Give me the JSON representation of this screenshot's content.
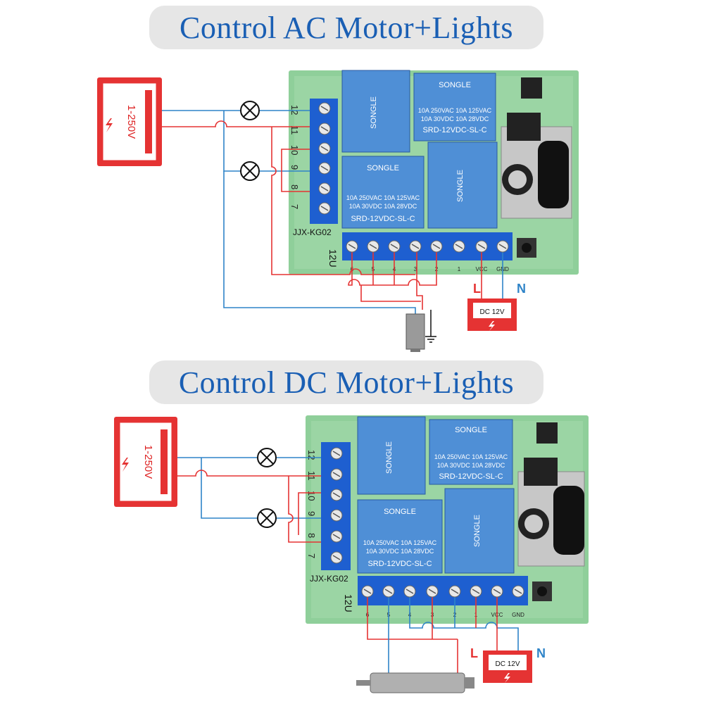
{
  "sections": [
    {
      "title": "Control AC Motor+Lights",
      "board_label": "JJX-KG02",
      "board_voltage": "12U",
      "source_label": "1-250V",
      "dc_label": "DC 12V",
      "line_label": "L",
      "neutral_label": "N",
      "left_pins": [
        "12",
        "11",
        "10",
        "9",
        "8",
        "7"
      ],
      "bottom_pins": [
        "6",
        "5",
        "4",
        "3",
        "2",
        "1",
        "VCC",
        "GND"
      ],
      "relay": {
        "brand": "SONGLE",
        "model": "SRD-12VDC-SL-C",
        "rating1": "10A 250VAC 10A 125VAC",
        "rating2": "10A 30VDC 10A 28VDC"
      }
    },
    {
      "title": "Control DC Motor+Lights",
      "board_label": "JJX-KG02",
      "board_voltage": "12U",
      "source_label": "1-250V",
      "dc_label": "DC 12V",
      "line_label": "L",
      "neutral_label": "N",
      "left_pins": [
        "12",
        "11",
        "10",
        "9",
        "8",
        "7"
      ],
      "bottom_pins": [
        "6",
        "5",
        "4",
        "3",
        "2",
        "1",
        "VCC",
        "GND"
      ],
      "relay": {
        "brand": "SONGLE",
        "model": "SRD-12VDC-SL-C",
        "rating1": "10A 250VAC 10A 125VAC",
        "rating2": "10A 30VDC 10A 28VDC"
      }
    }
  ],
  "colors": {
    "live": "#e53333",
    "neutral": "#2f84c8",
    "board": "#8fcf9a",
    "relay": "#4f8fd6",
    "terminal": "#1e5fd0",
    "title": "#1a5fb4"
  }
}
